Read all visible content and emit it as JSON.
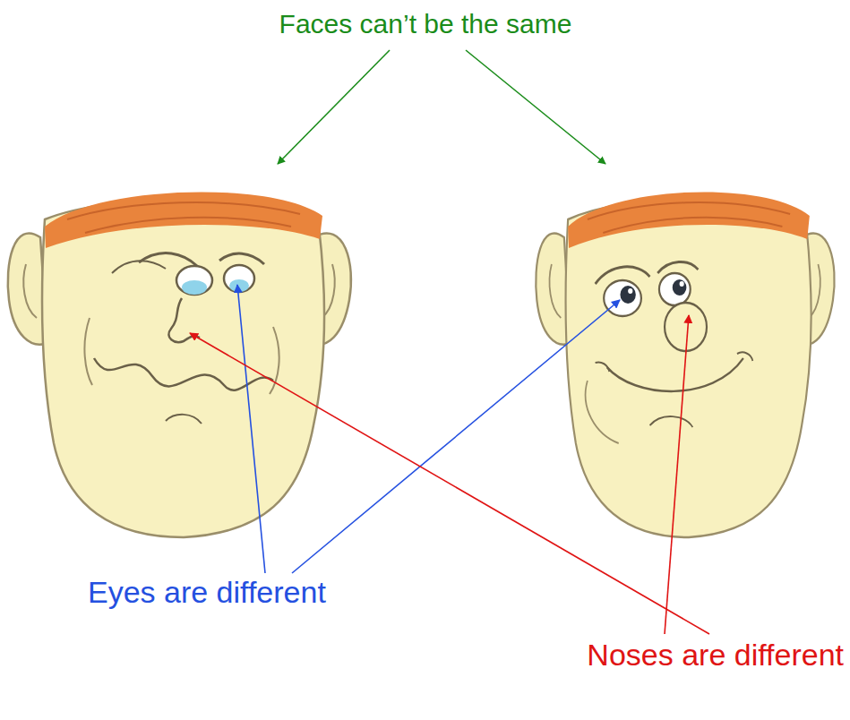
{
  "diagram": {
    "labels": [
      "Faces can’t be the same",
      "Eyes are different",
      "Noses are different"
    ]
  }
}
